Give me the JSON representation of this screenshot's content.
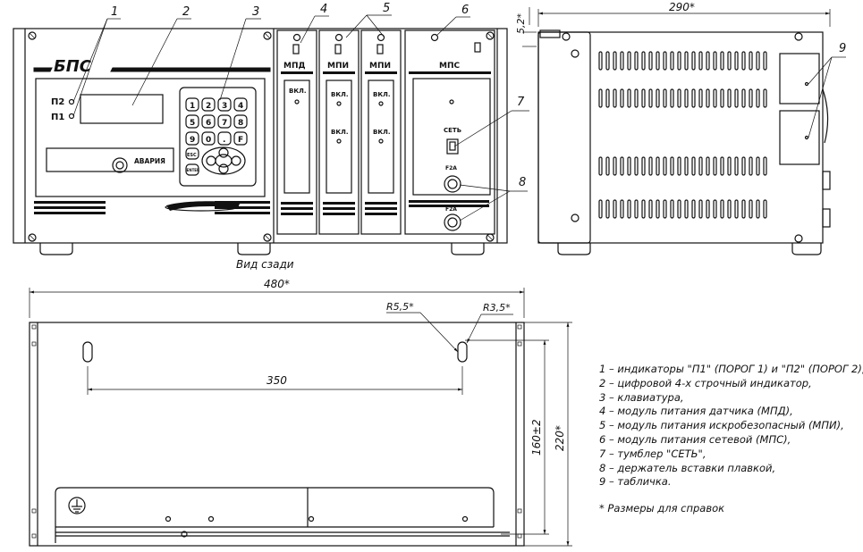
{
  "callouts": [
    "1",
    "2",
    "3",
    "4",
    "5",
    "6",
    "7",
    "8",
    "9"
  ],
  "front_panel": {
    "brand": "БПС",
    "indicator_p2": "П2",
    "indicator_p1": "П1",
    "alarm_label": "АВАРИЯ",
    "keys": [
      "1",
      "2",
      "3",
      "4",
      "5",
      "6",
      "7",
      "8",
      "9",
      "0",
      ".",
      "F"
    ],
    "key_esc": "ESC",
    "key_enter": "ENTER"
  },
  "modules": {
    "mpd": {
      "title": "МПД",
      "on_label": "ВКЛ."
    },
    "mpi1": {
      "title": "МПИ",
      "on_label_1": "ВКЛ.",
      "on_label_2": "ВКЛ."
    },
    "mpi2": {
      "title": "МПИ",
      "on_label_1": "ВКЛ.",
      "on_label_2": "ВКЛ."
    },
    "mps": {
      "title": "МПС",
      "switch_label": "СЕТЬ",
      "fuse1_label": "F2A",
      "fuse2_label": "F2A"
    }
  },
  "dimensions": {
    "side_width": "290*",
    "side_offset": "5,2*",
    "rear_view_caption": "Вид сзади",
    "rear_width": "480*",
    "rear_r1": "R5,5*",
    "rear_r2": "R3,5*",
    "rear_span": "350",
    "rear_h1": "160±2",
    "rear_h2": "220*"
  },
  "legend": {
    "items": [
      "1 – индикаторы \"П1\" (ПОРОГ 1) и \"П2\" (ПОРОГ 2),",
      "2 – цифровой 4-х строчный индикатор,",
      "3 – клавиатура,",
      "4 – модуль питания датчика (МПД),",
      "5 – модуль питания искробезопасный (МПИ),",
      "6 – модуль питания сетевой (МПС),",
      "7 – тумблер \"СЕТЬ\",",
      "8 – держатель вставки плавкой,",
      "9 – табличка."
    ],
    "note": "* Размеры для справок"
  }
}
